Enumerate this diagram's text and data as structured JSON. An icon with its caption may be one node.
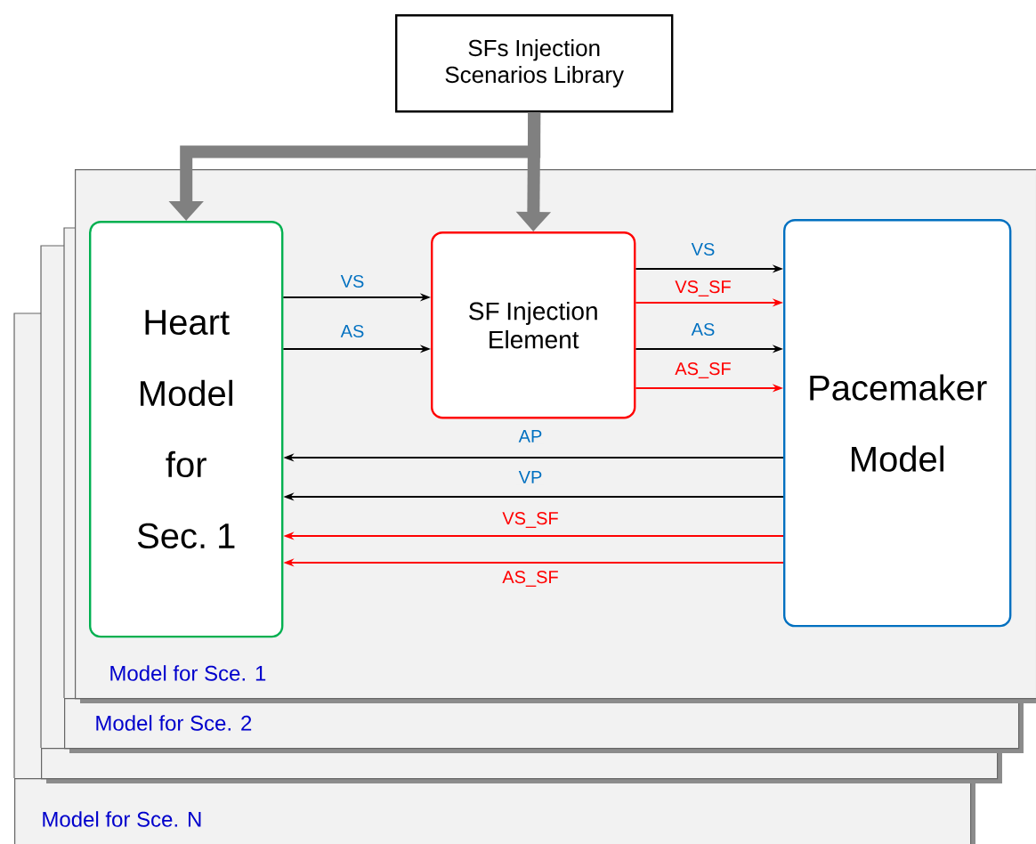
{
  "diagram": {
    "nodes": [
      {
        "text": [
          "SFs Injection Scenarios Library"
        ]
      },
      {
        "text": [
          "Model for Sce. N"
        ]
      },
      {
        "text": [],
        "shape": "box"
      },
      {
        "text": [
          "Model for Sce. 2"
        ]
      },
      {
        "text": [
          "Model for Sce. 1"
        ]
      },
      {
        "text": [
          "Heart Model for Sec. 1"
        ],
        "in": 4
      },
      {
        "text": [
          "SF Injection Element"
        ],
        "in": 4
      },
      {
        "text": [
          "Pacemaker Model"
        ],
        "in": 4
      }
    ],
    "edges": [
      {
        "from": 0,
        "to": 5,
        "arrow": "to",
        "style": "thick",
        "color": "#808080"
      },
      {
        "from": 0,
        "to": 6,
        "arrow": "to",
        "style": "thick",
        "color": "#808080"
      },
      {
        "from": 5,
        "to": 6,
        "arrow": "to",
        "label": "VS"
      },
      {
        "from": 5,
        "to": 6,
        "arrow": "to",
        "label": "AS"
      },
      {
        "from": 6,
        "to": 7,
        "arrow": "to",
        "label": "VS"
      },
      {
        "from": 6,
        "to": 7,
        "arrow": "to",
        "label": "VS_SF",
        "color": "#ff0000"
      },
      {
        "from": 6,
        "to": 7,
        "arrow": "to",
        "label": "AS"
      },
      {
        "from": 6,
        "to": 7,
        "arrow": "to",
        "label": "AS_SF",
        "color": "#ff0000"
      },
      {
        "from": 7,
        "to": 5,
        "arrow": "to",
        "label": "AP"
      },
      {
        "from": 7,
        "to": 5,
        "arrow": "to",
        "label": "VP"
      },
      {
        "from": 7,
        "to": 5,
        "arrow": "to",
        "label": "VS_SF",
        "color": "#ff0000"
      },
      {
        "from": 7,
        "to": 5,
        "arrow": "to",
        "label": "AS_SF",
        "color": "#ff0000"
      }
    ]
  }
}
